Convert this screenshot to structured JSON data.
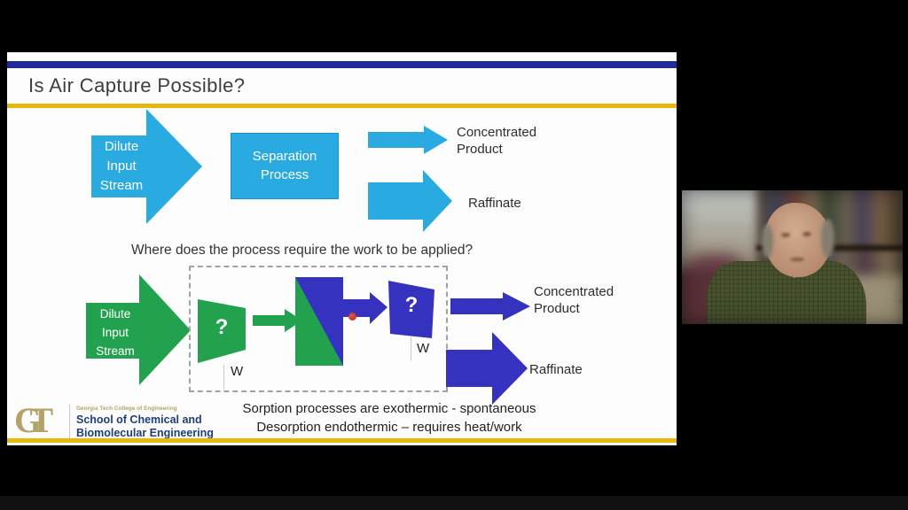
{
  "slide": {
    "title": "Is Air Capture Possible?",
    "question": "Where does the process require the work to be applied?",
    "top_diagram": {
      "input_arrow": {
        "line1": "Dilute",
        "line2": "Input",
        "line3": "Stream"
      },
      "process_box": {
        "line1": "Separation",
        "line2": "Process"
      },
      "concentrated": {
        "line1": "Concentrated",
        "line2": "Product"
      },
      "raffinate": "Raffinate"
    },
    "bottom_diagram": {
      "input_arrow": {
        "line1": "Dilute",
        "line2": "Input",
        "line3": "Stream"
      },
      "unit1_symbol": "?",
      "unit1_work": "W",
      "unit2_symbol": "?",
      "unit2_work": "W",
      "concentrated": {
        "line1": "Concentrated",
        "line2": "Product"
      },
      "raffinate": "Raffinate"
    },
    "notes": {
      "line1": "Sorption processes are exothermic - spontaneous",
      "line2": "Desorption endothermic – requires heat/work"
    },
    "logo": {
      "gt": "GT",
      "college": "Georgia Tech College of Engineering",
      "school_line1": "School of Chemical and",
      "school_line2": "Biomolecular Engineering"
    },
    "colors": {
      "accent_navy": "#232a9e",
      "accent_gold": "#e7b70d",
      "arrow_lightblue": "#29abe2",
      "arrow_green": "#22a24f",
      "arrow_royalblue": "#3632c0",
      "gt_gold": "#b3a369",
      "school_navy": "#1d3d7b"
    }
  }
}
